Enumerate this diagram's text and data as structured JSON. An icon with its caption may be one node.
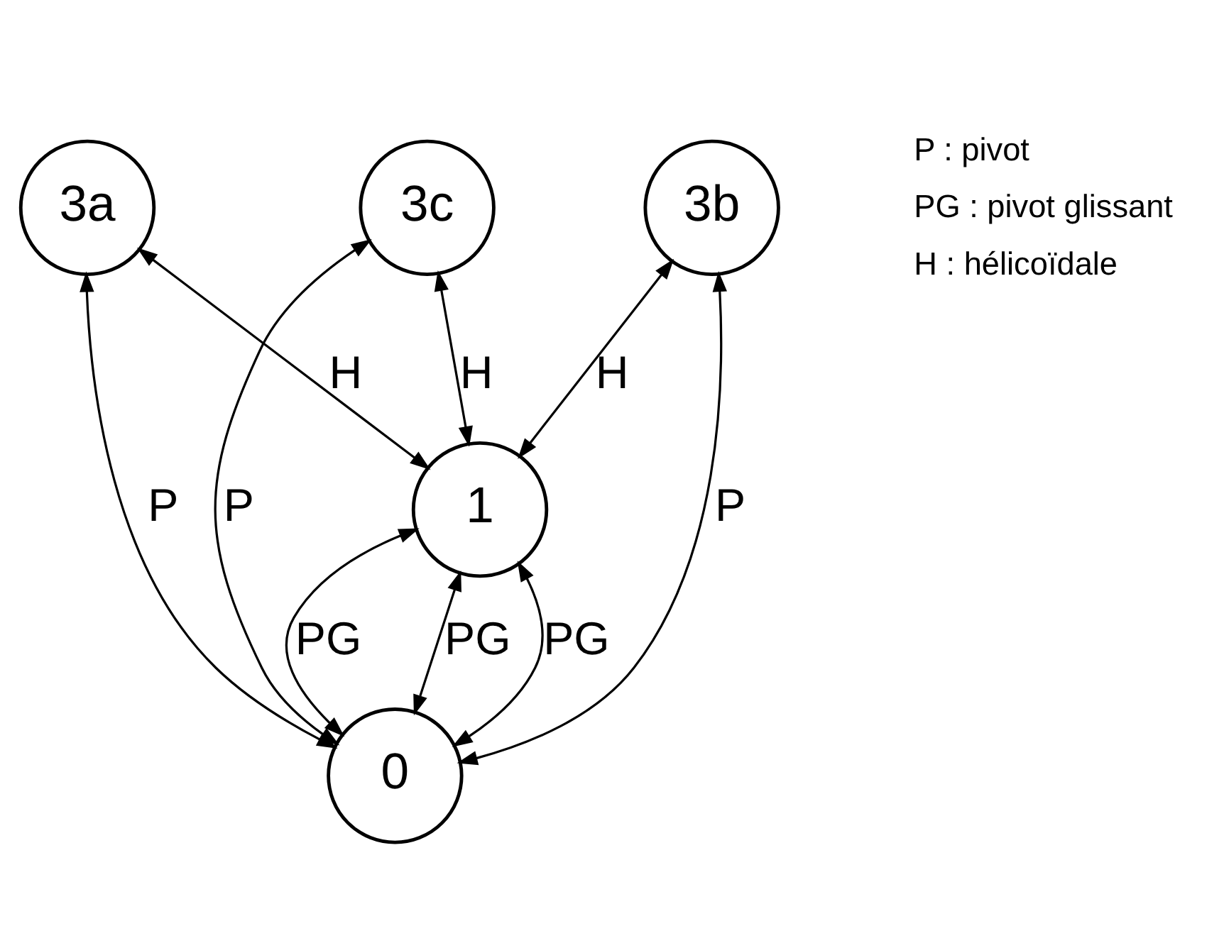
{
  "diagram": {
    "nodes": [
      {
        "text": [
          "3a"
        ]
      },
      {
        "text": [
          "3b"
        ]
      },
      {
        "text": [
          "3c"
        ]
      },
      {
        "text": [
          "0"
        ]
      },
      {
        "text": [
          "1"
        ]
      }
    ],
    "edges": [
      {
        "from": 3,
        "to": 0,
        "arrow": "both",
        "label": "P"
      },
      {
        "from": 3,
        "to": 1,
        "arrow": "both",
        "label": "P"
      },
      {
        "from": 3,
        "to": 2,
        "arrow": "both",
        "label": "P"
      },
      {
        "from": 4,
        "to": 0,
        "arrow": "both",
        "label": "H"
      },
      {
        "from": 4,
        "to": 1,
        "arrow": "both",
        "label": "H"
      },
      {
        "from": 4,
        "to": 2,
        "arrow": "both",
        "label": "H"
      },
      {
        "from": 3,
        "to": 4,
        "arrow": "both",
        "label": "PG"
      },
      {
        "from": 3,
        "to": 4,
        "arrow": "both",
        "label": "PG"
      },
      {
        "from": 3,
        "to": 4,
        "arrow": "both",
        "label": "PG"
      }
    ],
    "labels": [
      "P : pivot",
      "PG : pivot glissant",
      "H : hélicoïdale"
    ]
  }
}
